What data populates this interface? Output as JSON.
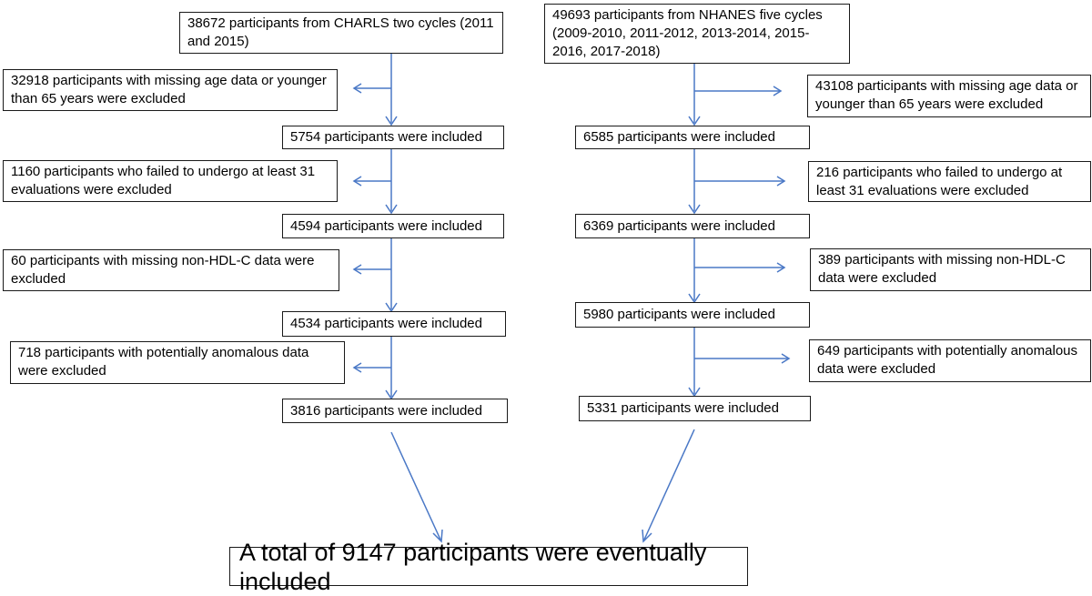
{
  "left": {
    "source": "38672 participants from CHARLS two cycles (2011 and 2015)",
    "exclusions": [
      "32918 participants with missing age data or younger than 65 years were excluded",
      "1160 participants who failed to undergo at least 31 evaluations were excluded",
      "60 participants with missing non-HDL-C data were excluded",
      "718 participants with potentially anomalous data were excluded"
    ],
    "included": [
      "5754 participants were included",
      "4594 participants were included",
      "4534 participants were included",
      "3816 participants were included"
    ]
  },
  "right": {
    "source": "49693 participants from NHANES five cycles (2009-2010, 2011-2012, 2013-2014, 2015-2016, 2017-2018)",
    "exclusions": [
      "43108 participants with missing age data or younger than 65 years were excluded",
      "216 participants who failed to undergo at least 31 evaluations were excluded",
      "389 participants with missing non-HDL-C data were excluded",
      "649 participants with potentially anomalous data were excluded"
    ],
    "included": [
      "6585 participants were included",
      "6369 participants were included",
      "5980 participants were included",
      "5331 participants were included"
    ]
  },
  "final": "A total of 9147 participants were eventually included",
  "colors": {
    "arrow": "#4a78c6",
    "border": "#1a1a1a"
  }
}
